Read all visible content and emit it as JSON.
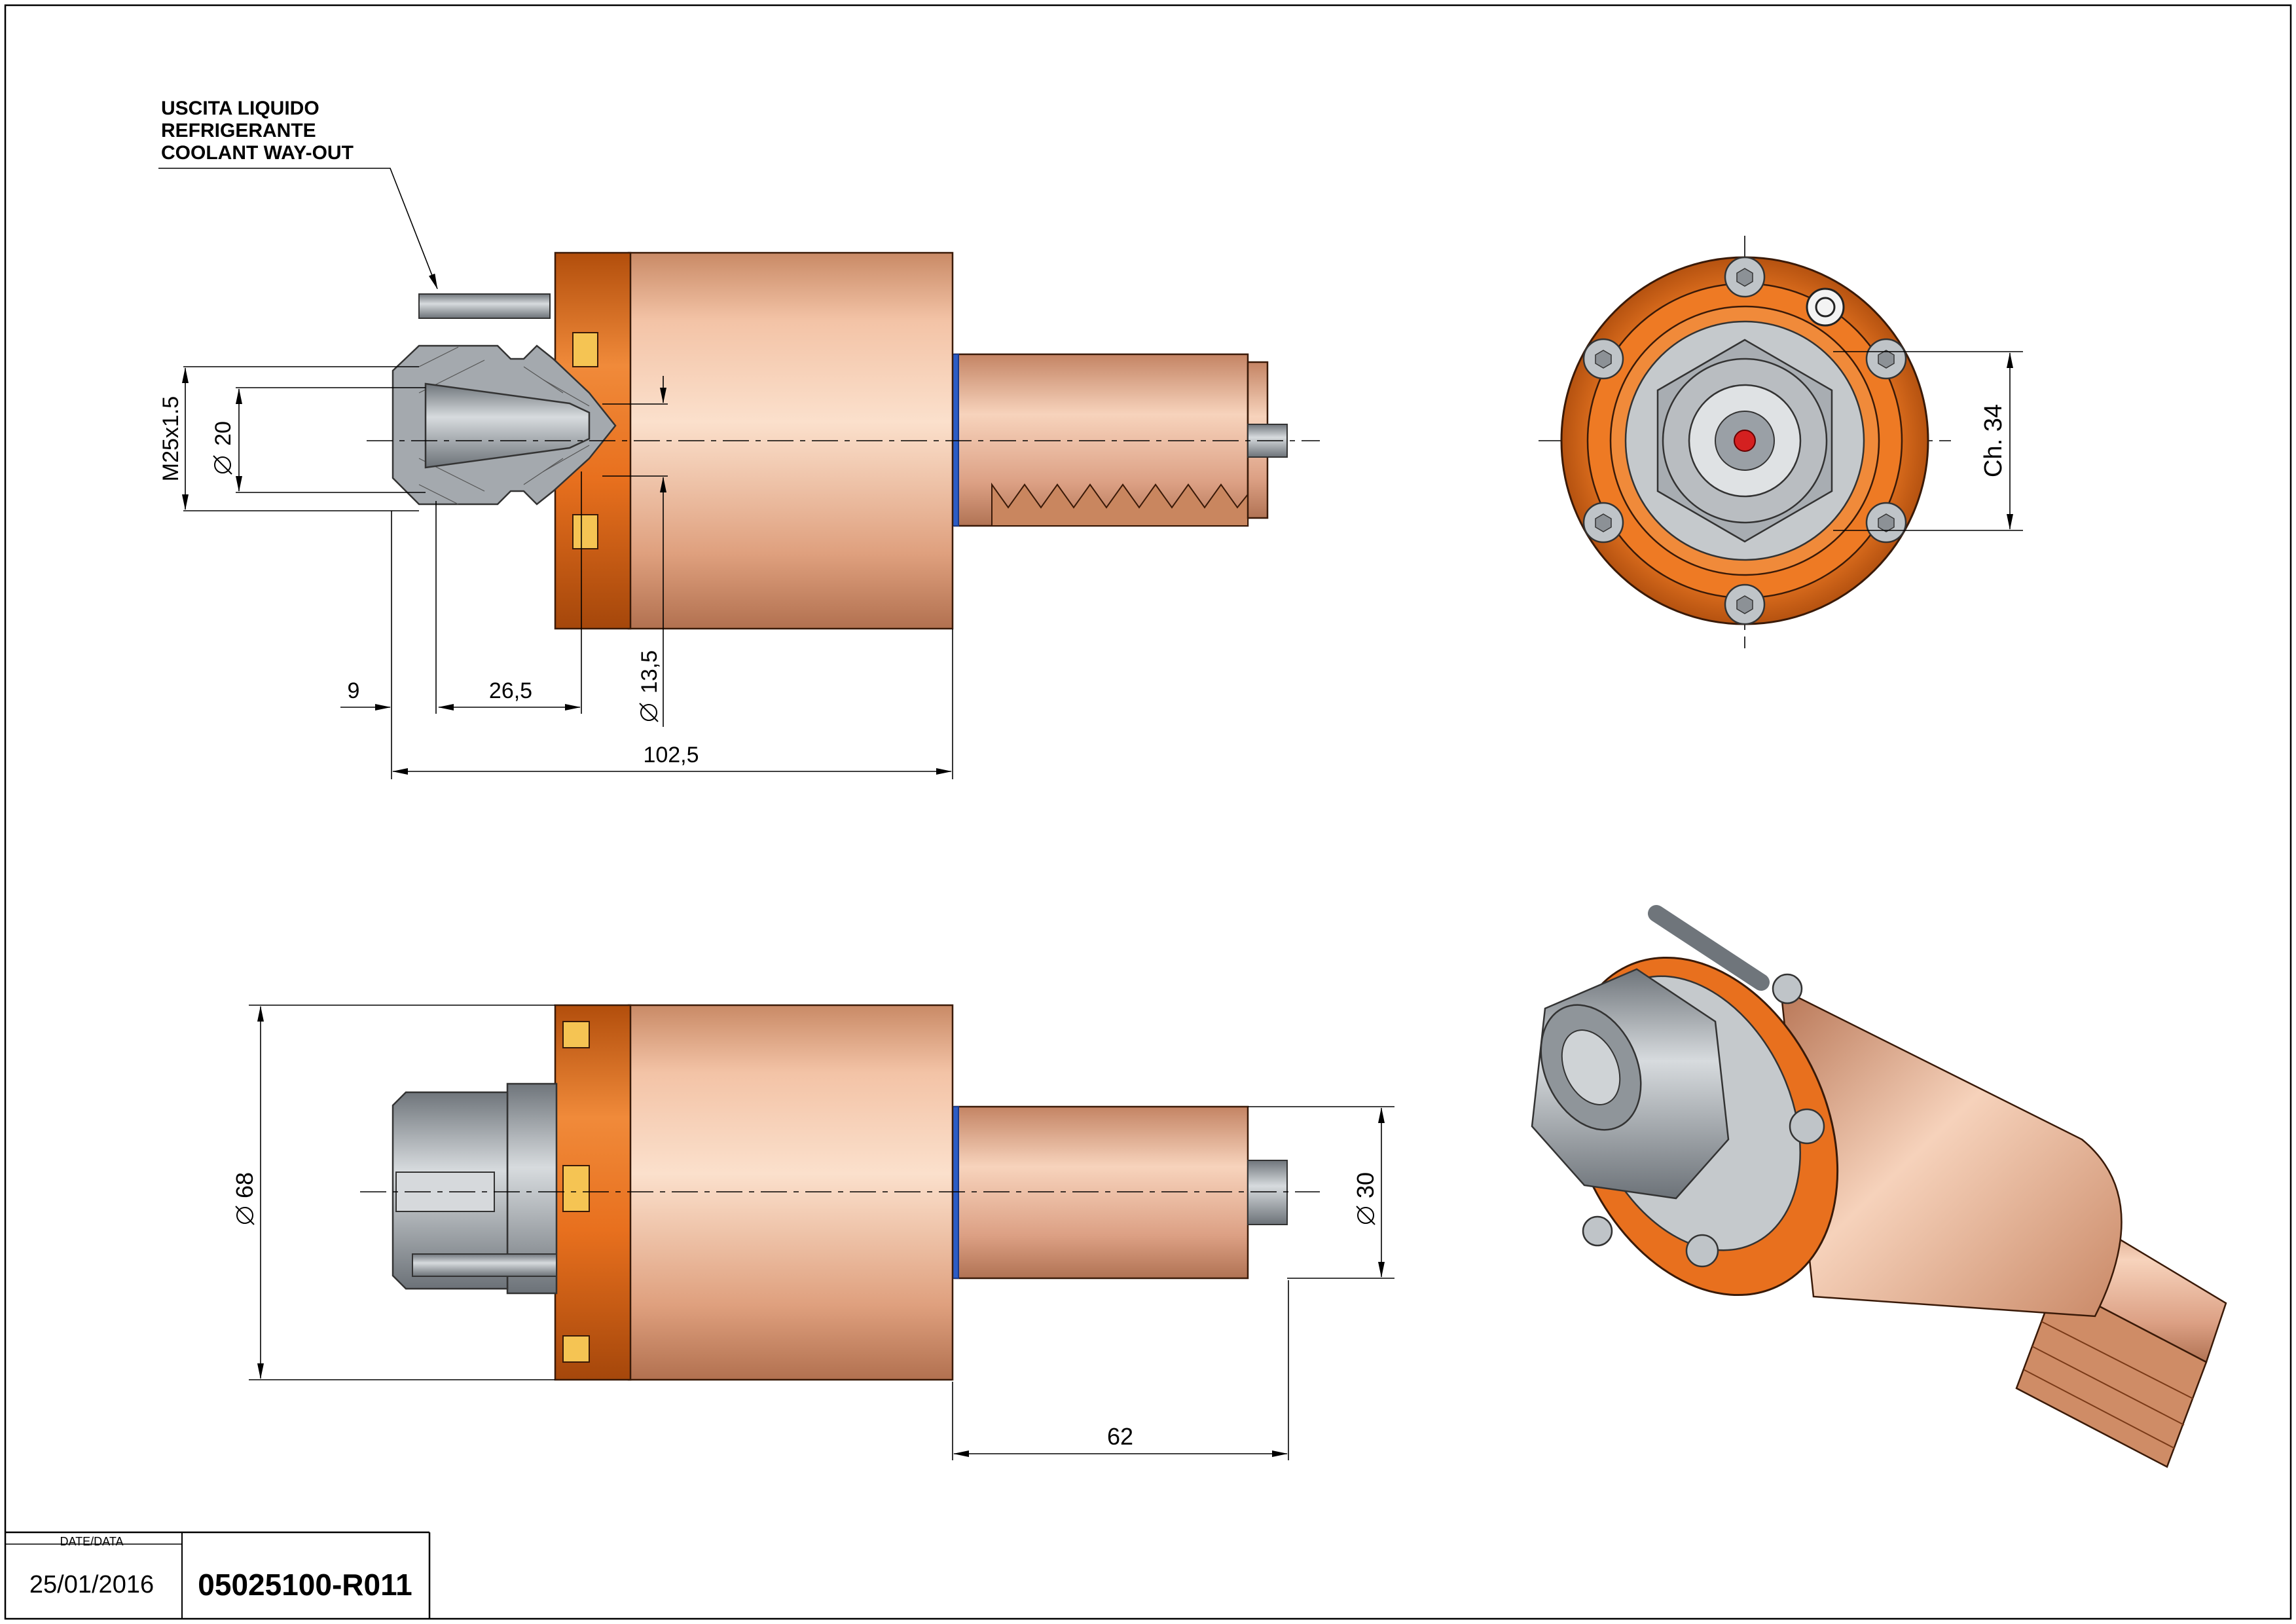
{
  "callout": {
    "line1": "USCITA LIQUIDO",
    "line2": "REFRIGERANTE",
    "line3": "COOLANT WAY-OUT"
  },
  "dimensions": {
    "thread": "M25x1.5",
    "bore_dia": "20",
    "ref_9": "9",
    "collet_len": "26,5",
    "coolant_dia": "13,5",
    "overall_len": "102,5",
    "wrench_flat": "Ch. 34",
    "body_dia": "68",
    "shank_dia": "30",
    "shank_len": "62"
  },
  "title_block": {
    "date_label": "DATE/DATA",
    "date": "25/01/2016",
    "code": "05025100-R011"
  },
  "colors": {
    "body": "#e3a585",
    "flange": "#e8701e",
    "collet": "#9aa0a6",
    "seal": "#2c5cc5",
    "coolant_tip": "#d42020"
  },
  "icons": {
    "diameter": "diameter-symbol",
    "arrowhead": "dimension-arrowhead"
  }
}
